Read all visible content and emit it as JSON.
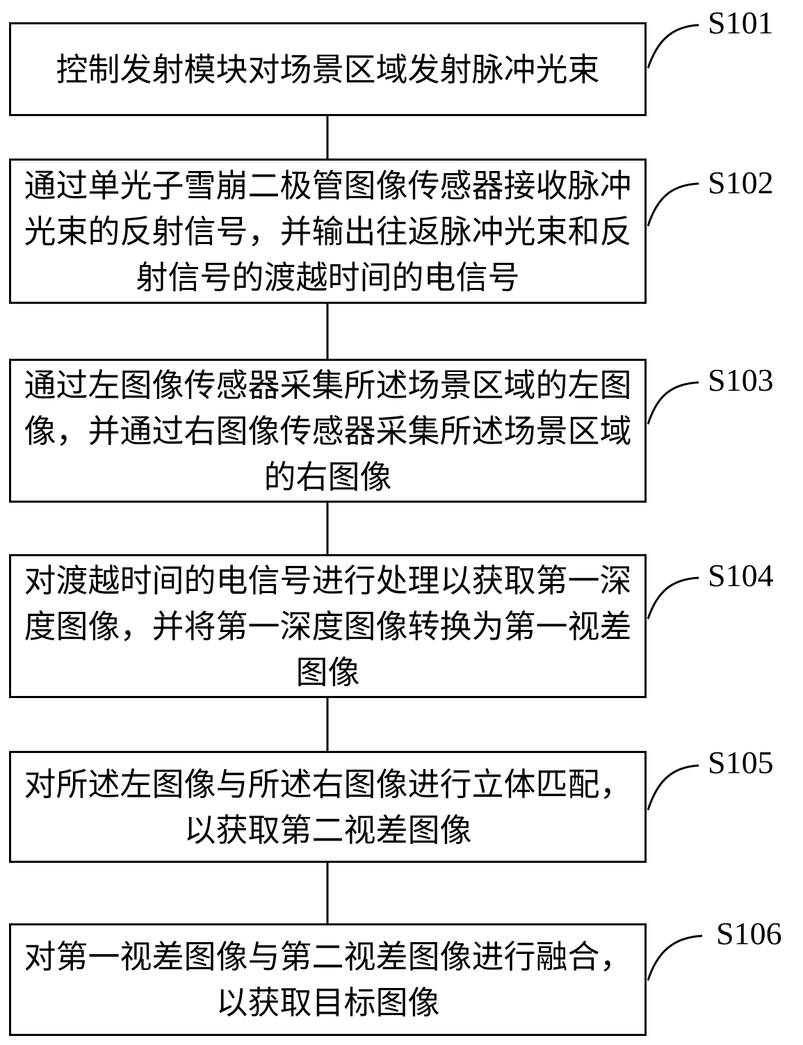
{
  "steps": [
    {
      "id": "S101",
      "text": "控制发射模块对场景区域发射脉冲光束"
    },
    {
      "id": "S102",
      "text": "通过单光子雪崩二极管图像传感器接收脉冲光束的反射信号，并输出往返脉冲光束和反射信号的渡越时间的电信号"
    },
    {
      "id": "S103",
      "text": "通过左图像传感器采集所述场景区域的左图像，并通过右图像传感器采集所述场景区域的右图像"
    },
    {
      "id": "S104",
      "text": "对渡越时间的电信号进行处理以获取第一深度图像，并将第一深度图像转换为第一视差图像"
    },
    {
      "id": "S105",
      "text": "对所述左图像与所述右图像进行立体匹配，以获取第二视差图像"
    },
    {
      "id": "S106",
      "text": "对第一视差图像与第二视差图像进行融合，以获取目标图像"
    }
  ]
}
